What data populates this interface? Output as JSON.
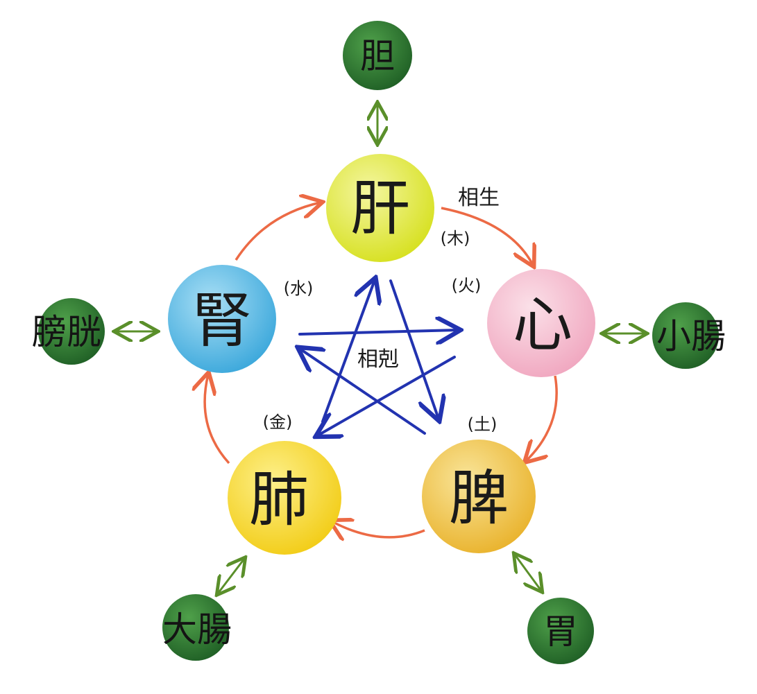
{
  "cycle_labels": {
    "sheng": "相生",
    "ke": "相剋"
  },
  "organs": {
    "liver": {
      "label": "肝",
      "element": "(木)",
      "color": "#e6ec3a"
    },
    "heart": {
      "label": "心",
      "element": "(火)",
      "color": "#f5b8cc"
    },
    "spleen": {
      "label": "脾",
      "element": "(土)",
      "color": "#f2c640"
    },
    "lung": {
      "label": "肺",
      "element": "(金)",
      "color": "#f8dc2c"
    },
    "kidney": {
      "label": "腎",
      "element": "(水)",
      "color": "#5bb8e6"
    }
  },
  "partners": {
    "gallbladder": {
      "label": "胆"
    },
    "small_intestine": {
      "label": "小腸"
    },
    "stomach": {
      "label": "胃"
    },
    "large_intestine": {
      "label": "大腸"
    },
    "bladder": {
      "label": "膀胱"
    }
  },
  "colors": {
    "sheng_arrow": "#ec6a45",
    "ke_arrow": "#2233b0",
    "partner_arrow": "#5a8f2a",
    "partner_circle": "#2f7a32"
  }
}
